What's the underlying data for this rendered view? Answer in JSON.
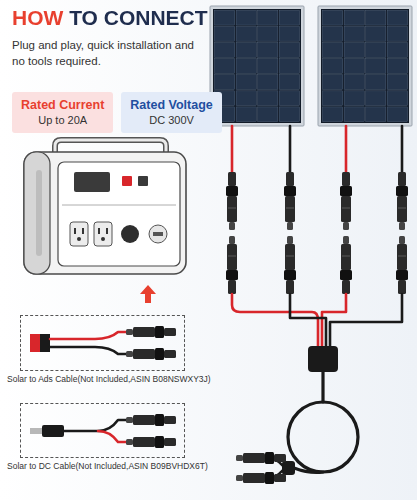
{
  "diagram": {
    "title": "HOW TO CONNECT",
    "nodes": [
      {
        "text": [
          "Rated Current",
          "Up to 20A"
        ]
      },
      {
        "text": [
          "Rated Voltage",
          "DC 300V"
        ]
      },
      {
        "text": [
          "Solar to Ads Cable(Not Included,ASIN B08NSWXY3J)"
        ]
      },
      {
        "text": [
          "Solar to DC Cable(Not Included,ASIN B09BVHDX6T)"
        ]
      }
    ],
    "labels": [
      "Plug and play, quick installation and no tools required."
    ]
  }
}
